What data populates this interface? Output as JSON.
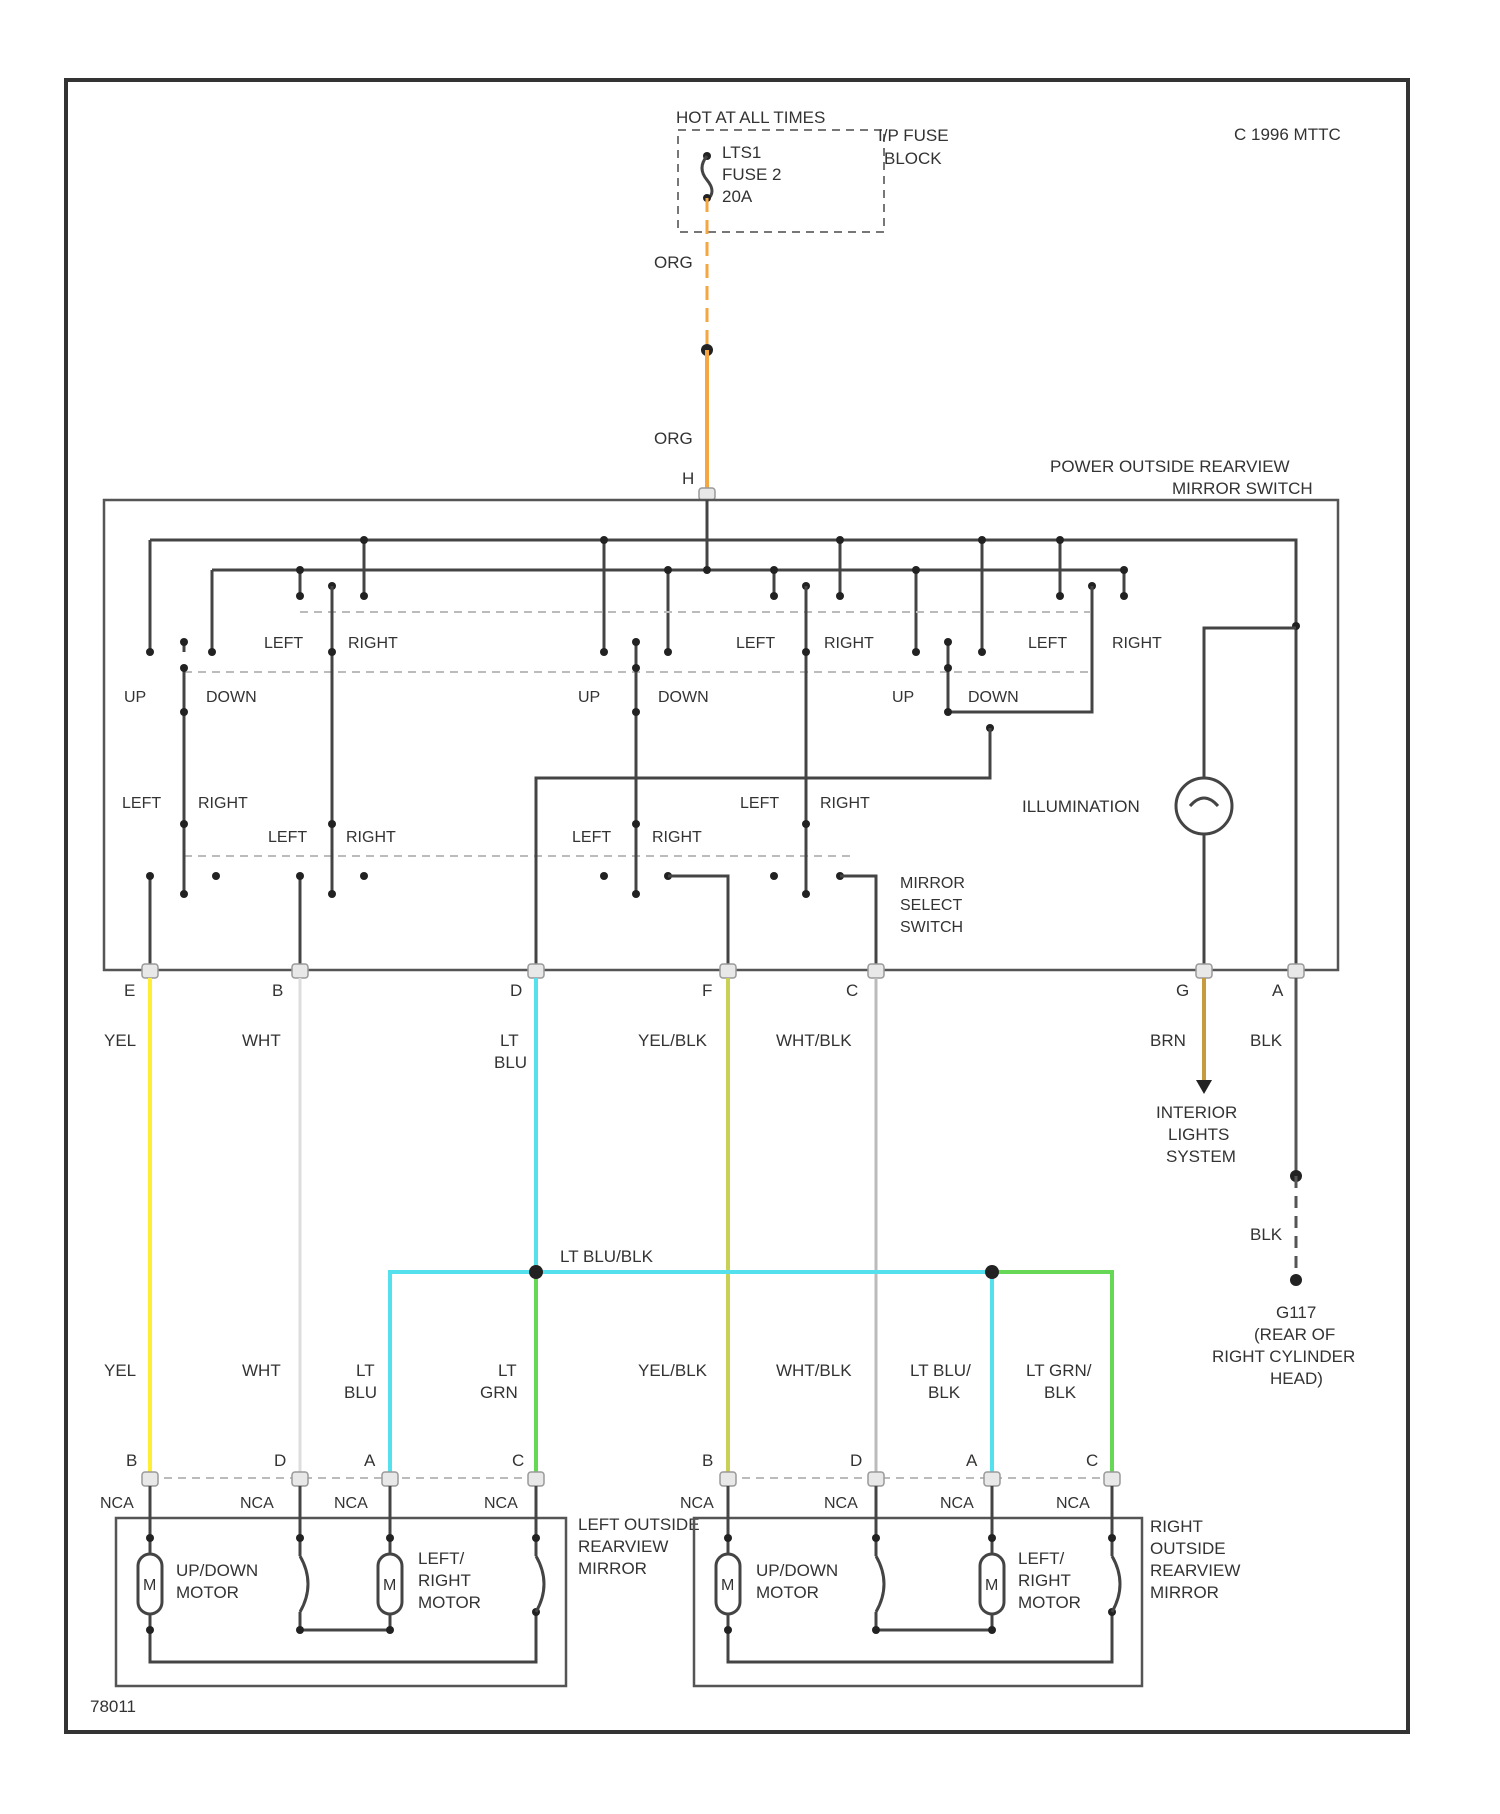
{
  "copyright": "C 1996 MTTC",
  "figure_id": "78011",
  "power": {
    "hot_label": "HOT AT ALL TIMES",
    "fuse_block": [
      "I/P FUSE",
      "BLOCK"
    ],
    "fuse": [
      "LTS1",
      "FUSE 2",
      "20A"
    ],
    "wire_top": "ORG",
    "wire_lower": "ORG",
    "pin": "H"
  },
  "switch": {
    "name": [
      "POWER OUTSIDE REARVIEW",
      "MIRROR SWITCH"
    ],
    "mirror_select": [
      "MIRROR",
      "SELECT",
      "SWITCH"
    ],
    "illumination": "ILLUMINATION",
    "top_labels": [
      "LEFT",
      "RIGHT",
      "LEFT",
      "RIGHT",
      "LEFT",
      "RIGHT"
    ],
    "updown_labels": [
      "UP",
      "DOWN",
      "UP",
      "DOWN",
      "UP",
      "DOWN"
    ],
    "mid_labels": [
      "LEFT",
      "RIGHT",
      "LEFT",
      "RIGHT"
    ],
    "low_labels": [
      "LEFT",
      "RIGHT",
      "LEFT",
      "RIGHT"
    ]
  },
  "pins": [
    "E",
    "B",
    "D",
    "F",
    "C",
    "G",
    "A"
  ],
  "wires_upper": [
    "YEL",
    "WHT",
    "LT",
    "BLU",
    "YEL/BLK",
    "WHT/BLK",
    "BRN",
    "BLK"
  ],
  "interior": [
    "INTERIOR",
    "LIGHTS",
    "SYSTEM"
  ],
  "ground": {
    "wire": "BLK",
    "name": [
      "G117",
      "(REAR OF",
      "RIGHT CYLINDER",
      "HEAD)"
    ]
  },
  "splice_label": "LT BLU/BLK",
  "wires_lower": [
    "YEL",
    "WHT",
    "LT",
    "BLU",
    "LT",
    "GRN",
    "YEL/BLK",
    "WHT/BLK",
    "LT BLU/",
    "BLK",
    "LT GRN/",
    "BLK"
  ],
  "connector_pins": [
    "B",
    "D",
    "A",
    "C",
    "B",
    "D",
    "A",
    "C"
  ],
  "nca": "NCA",
  "left_mirror": {
    "name": [
      "LEFT OUTSIDE",
      "REARVIEW",
      "MIRROR"
    ],
    "motor1": [
      "UP/DOWN",
      "MOTOR"
    ],
    "motor2": [
      "LEFT/",
      "RIGHT",
      "MOTOR"
    ],
    "m": "M"
  },
  "right_mirror": {
    "name": [
      "RIGHT",
      "OUTSIDE",
      "REARVIEW",
      "MIRROR"
    ],
    "motor1": [
      "UP/DOWN",
      "MOTOR"
    ],
    "motor2": [
      "LEFT/",
      "RIGHT",
      "MOTOR"
    ],
    "m": "M"
  },
  "colors": {
    "org": "#f4a640",
    "yel": "#ffee33",
    "ltblu": "#55e0ee",
    "ltgrn": "#66d855",
    "yelblk": "#c8d055",
    "wht": "#dddddd",
    "brn": "#c89a40",
    "blk": "#555555"
  }
}
